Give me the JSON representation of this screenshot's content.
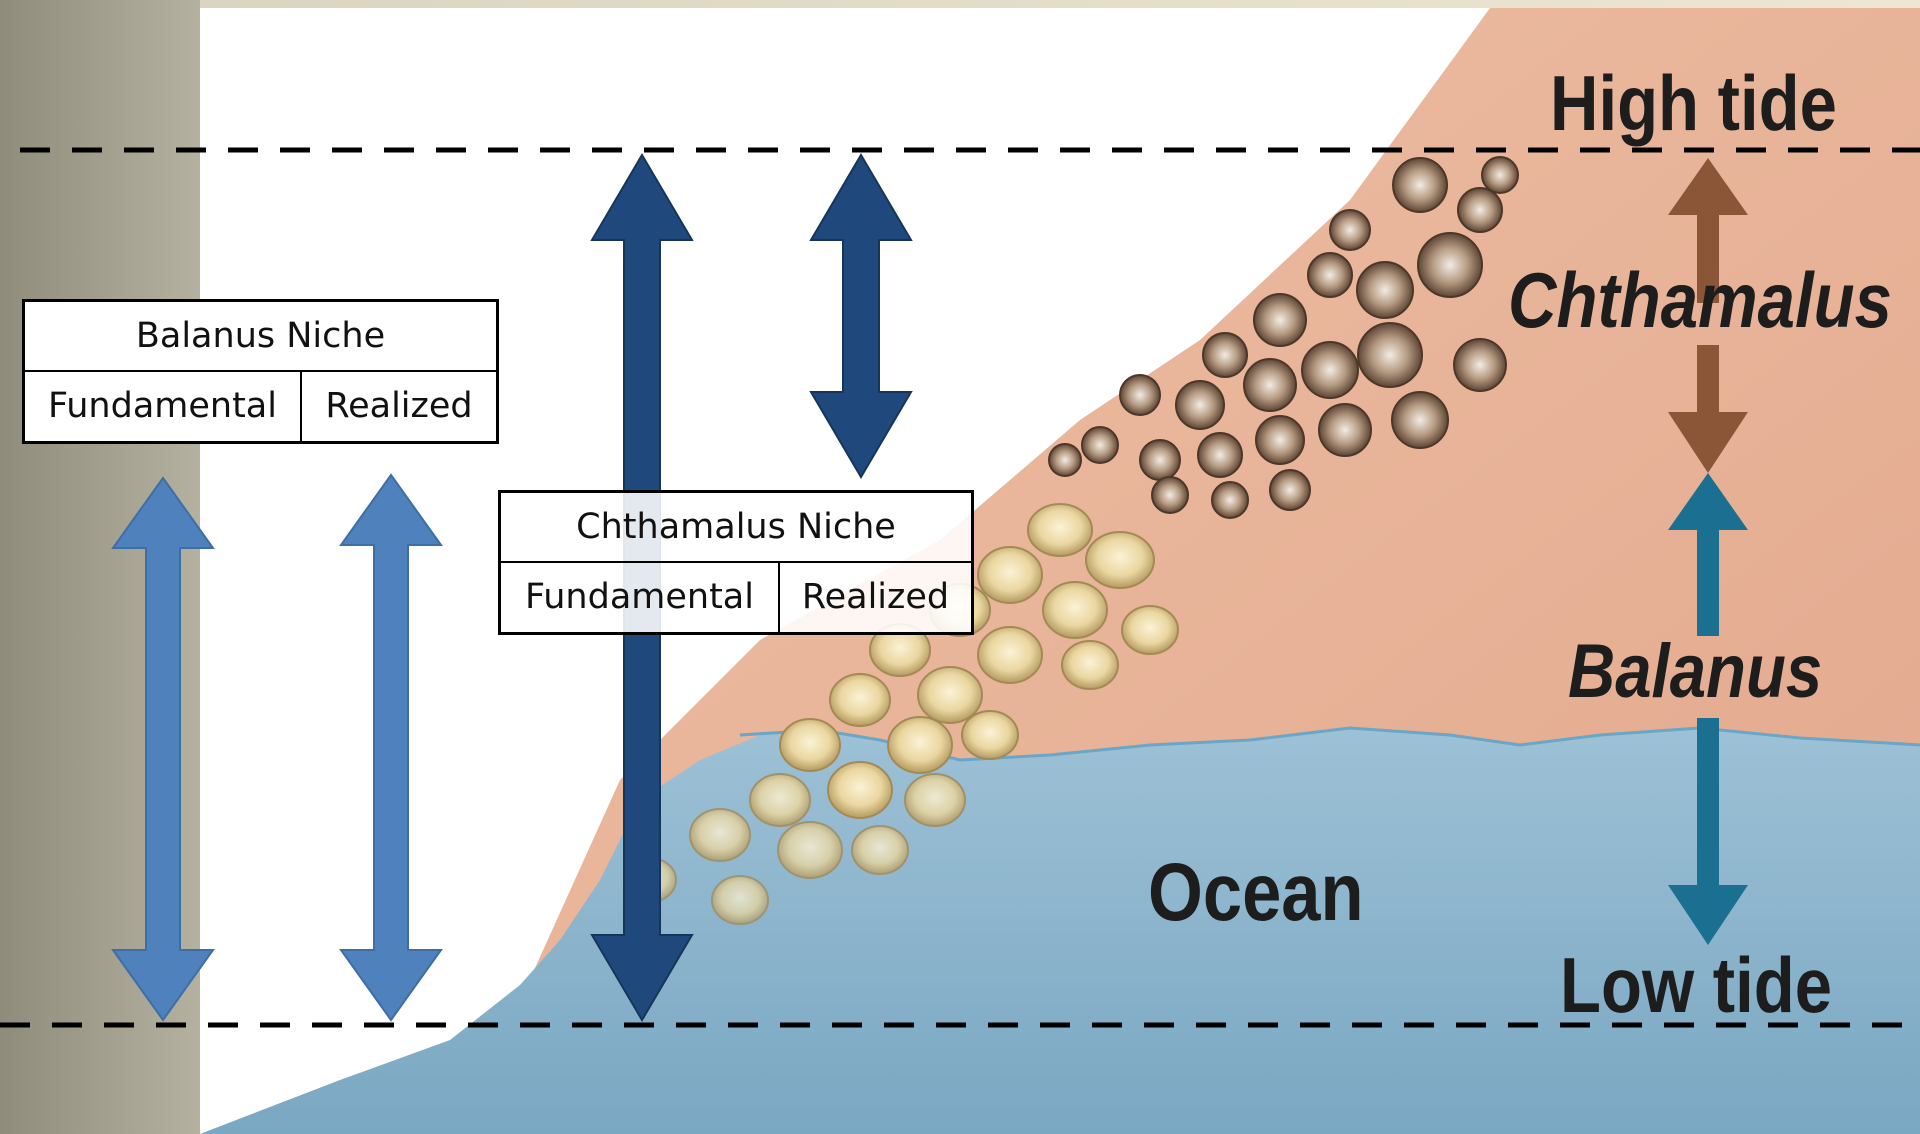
{
  "labels": {
    "high_tide": "High tide",
    "chthamalus": "Chthamalus",
    "balanus": "Balanus",
    "ocean": "Ocean",
    "low_tide": "Low tide"
  },
  "balanus_niche": {
    "title": "Balanus Niche",
    "fundamental": "Fundamental",
    "realized": "Realized"
  },
  "chthamalus_niche": {
    "title": "Chthamalus Niche",
    "fundamental": "Fundamental",
    "realized": "Realized"
  },
  "colors": {
    "rock": "#e8b497",
    "rock_dark": "#d99d82",
    "ocean": "#8fb6cc",
    "left_band": "#a5a190",
    "balanus_arrows": "#4f81bd",
    "chthamalus_arrows": "#1f497d",
    "chthamalus_zone_arrow": "#8b5538",
    "balanus_zone_arrow": "#1b6f90",
    "chthamalus_shell": "#9a7a62",
    "balanus_shell": "#ecdcaa"
  }
}
